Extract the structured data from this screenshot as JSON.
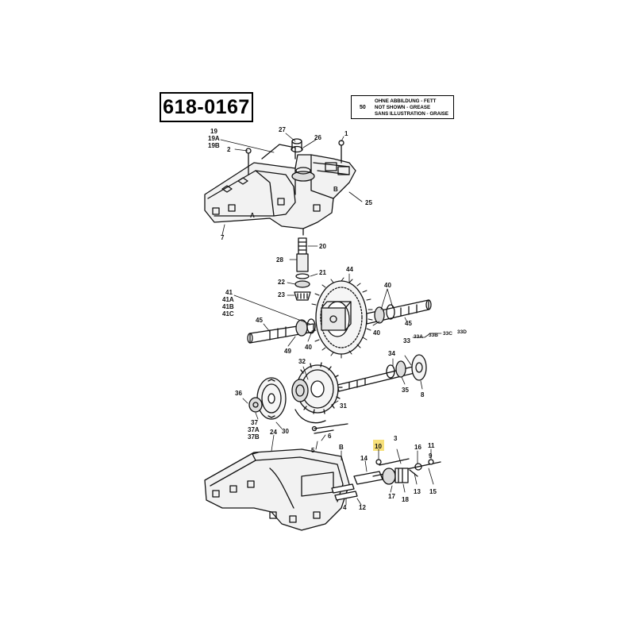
{
  "diagram": {
    "part_number": "618-0167",
    "legend": {
      "number": "50",
      "lines": [
        "OHNE ABBILDUNG - FETT",
        "NOT SHOWN - GREASE",
        "SANS ILLUSTRATION - GRAISE"
      ]
    },
    "highlight_color": "#f7e07a",
    "callouts": {
      "c19": "19",
      "c19a": "19A",
      "c19b": "19B",
      "c2": "2",
      "c27": "27",
      "c26": "26",
      "c1": "1",
      "cA": "A",
      "cB_top": "B",
      "c25": "25",
      "c7": "7",
      "c20": "20",
      "c28": "28",
      "c21": "21",
      "c22": "22",
      "c23": "23",
      "c41": "41",
      "c41a": "41A",
      "c41b": "41B",
      "c41c": "41C",
      "c44": "44",
      "c40a": "40",
      "c45a": "45",
      "c45b": "45",
      "c49": "49",
      "c40b": "40",
      "c40c": "40",
      "c33": "33",
      "c33a": "33A",
      "c33b": "33B",
      "c33c": "33C",
      "c33d": "33D",
      "c34": "34",
      "c35": "35",
      "c8": "8",
      "c32": "32",
      "c31": "31",
      "c36": "36",
      "c37": "37",
      "c37a": "37A",
      "c37b": "37B",
      "c30": "30",
      "c6": "6",
      "c5": "5",
      "c24": "24",
      "cB_bot": "B",
      "c14": "14",
      "c10": "10",
      "c3": "3",
      "c16": "16",
      "c11": "11",
      "c9": "9",
      "c4": "4",
      "c12": "12",
      "c17": "17",
      "c18": "18",
      "c13": "13",
      "c15": "15"
    }
  }
}
